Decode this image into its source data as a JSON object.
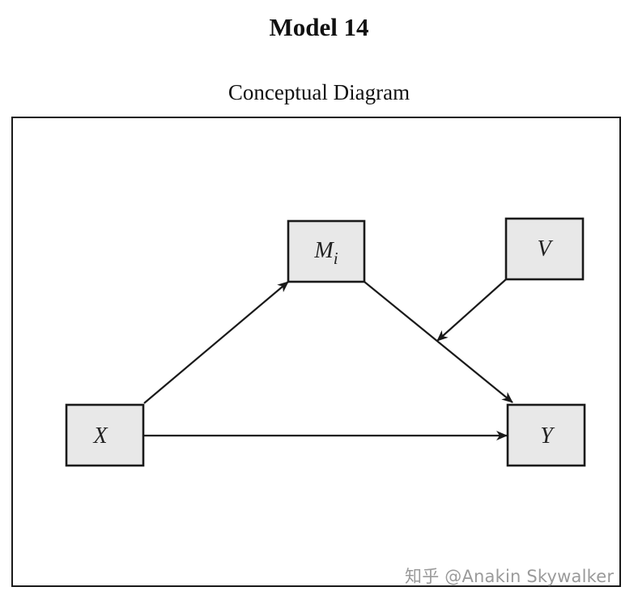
{
  "header": {
    "title": "Model 14",
    "subtitle": "Conceptual Diagram"
  },
  "nodes": {
    "x": {
      "label": "X"
    },
    "m": {
      "label": "M",
      "subscript": "i"
    },
    "v": {
      "label": "V"
    },
    "y": {
      "label": "Y"
    }
  },
  "edges": [
    {
      "from": "X",
      "to": "M"
    },
    {
      "from": "M",
      "to": "Y"
    },
    {
      "from": "X",
      "to": "Y"
    },
    {
      "from": "V",
      "to": "M-Y path"
    }
  ],
  "colors": {
    "node_fill": "#e8e8e8",
    "node_border": "#1a1a1a",
    "arrow": "#1a1a1a"
  },
  "watermark": "知乎 @Anakin Skywalker"
}
